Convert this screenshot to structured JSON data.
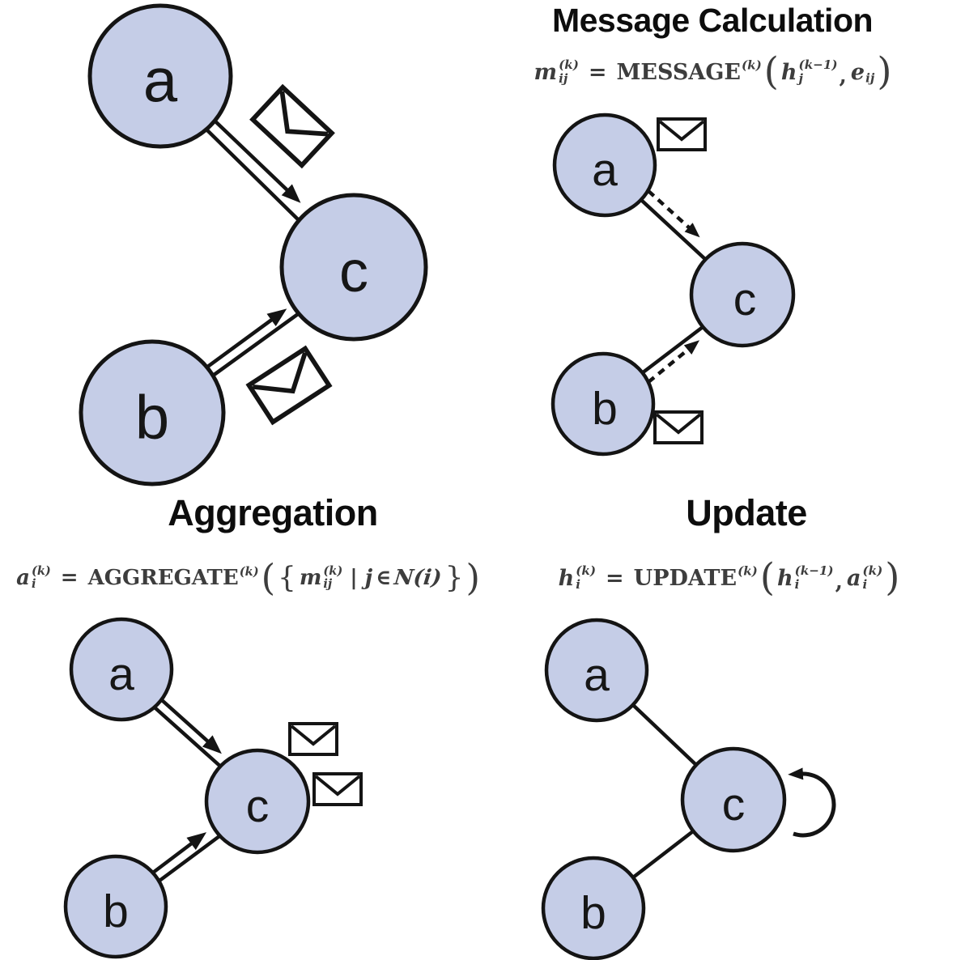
{
  "colors": {
    "background": "#ffffff",
    "node_fill": "#c5cde7",
    "node_stroke": "#141414",
    "edge": "#141414",
    "envelope_fill": "#ffffff",
    "title_text": "#0d0d0d",
    "formula_text": "#3d3d3d"
  },
  "icons": {
    "envelope": "envelope-message-icon",
    "arrowhead": "arrowhead-icon",
    "self_loop": "self-update-loop-arrow-icon"
  },
  "panels": {
    "overview": {
      "nodes": {
        "a": "a",
        "b": "b",
        "c": "c"
      }
    },
    "message_calculation": {
      "title": "Message Calculation",
      "nodes": {
        "a": "a",
        "b": "b",
        "c": "c"
      },
      "formula": {
        "lhs_base": "m",
        "lhs_sup": "(k)",
        "lhs_sub": "ij",
        "equals": "=",
        "operator": "MESSAGE",
        "operator_sup": "(k)",
        "paren_open": "(",
        "arg1_base": "h",
        "arg1_sup": "(k−1)",
        "arg1_sub": "j",
        "separator": ",",
        "arg2_base": "e",
        "arg2_sub": "ij",
        "paren_close": ")"
      }
    },
    "aggregation": {
      "title": "Aggregation",
      "nodes": {
        "a": "a",
        "b": "b",
        "c": "c"
      },
      "formula": {
        "lhs_base": "a",
        "lhs_sup": "(k)",
        "lhs_sub": "i",
        "equals": "=",
        "operator": "AGGREGATE",
        "operator_sup": "(k)",
        "paren_open": "(",
        "brace_open": "{",
        "arg1_base": "m",
        "arg1_sup": "(k)",
        "arg1_sub": "ij",
        "condition_bar": "|",
        "condition_var": "j",
        "element_of": "∈",
        "neighborhood": "N(i)",
        "brace_close": "}",
        "paren_close": ")"
      }
    },
    "update": {
      "title": "Update",
      "nodes": {
        "a": "a",
        "b": "b",
        "c": "c"
      },
      "formula": {
        "lhs_base": "h",
        "lhs_sup": "(k)",
        "lhs_sub": "i",
        "equals": "=",
        "operator": "UPDATE",
        "operator_sup": "(k)",
        "paren_open": "(",
        "arg1_base": "h",
        "arg1_sup": "(k−1)",
        "arg1_sub": "i",
        "separator": ",",
        "arg2_base": "a",
        "arg2_sup": "(k)",
        "arg2_sub": "i",
        "paren_close": ")"
      }
    }
  }
}
